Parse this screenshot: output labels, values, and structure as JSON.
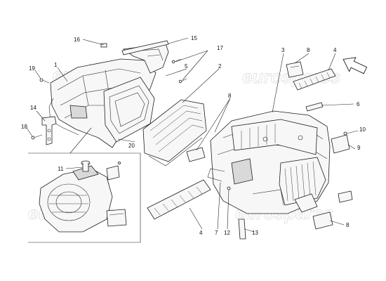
{
  "watermark": {
    "text": "eurospares",
    "color": "#c9c9c9"
  },
  "callouts": [
    {
      "id": "1",
      "label": "1"
    },
    {
      "id": "2",
      "label": "2"
    },
    {
      "id": "3",
      "label": "3"
    },
    {
      "id": "4a",
      "label": "4"
    },
    {
      "id": "4b",
      "label": "4"
    },
    {
      "id": "5",
      "label": "5"
    },
    {
      "id": "6",
      "label": "6"
    },
    {
      "id": "7",
      "label": "7"
    },
    {
      "id": "8a",
      "label": "8"
    },
    {
      "id": "8b",
      "label": "8"
    },
    {
      "id": "8c",
      "label": "8"
    },
    {
      "id": "9",
      "label": "9"
    },
    {
      "id": "10",
      "label": "10"
    },
    {
      "id": "11",
      "label": "11"
    },
    {
      "id": "12",
      "label": "12"
    },
    {
      "id": "13",
      "label": "13"
    },
    {
      "id": "14",
      "label": "14"
    },
    {
      "id": "15",
      "label": "15"
    },
    {
      "id": "16",
      "label": "16"
    },
    {
      "id": "17",
      "label": "17"
    },
    {
      "id": "18",
      "label": "18"
    },
    {
      "id": "19",
      "label": "19"
    },
    {
      "id": "20",
      "label": "20"
    }
  ],
  "direction_arrow": {
    "icon": "direction-arrow-icon"
  }
}
